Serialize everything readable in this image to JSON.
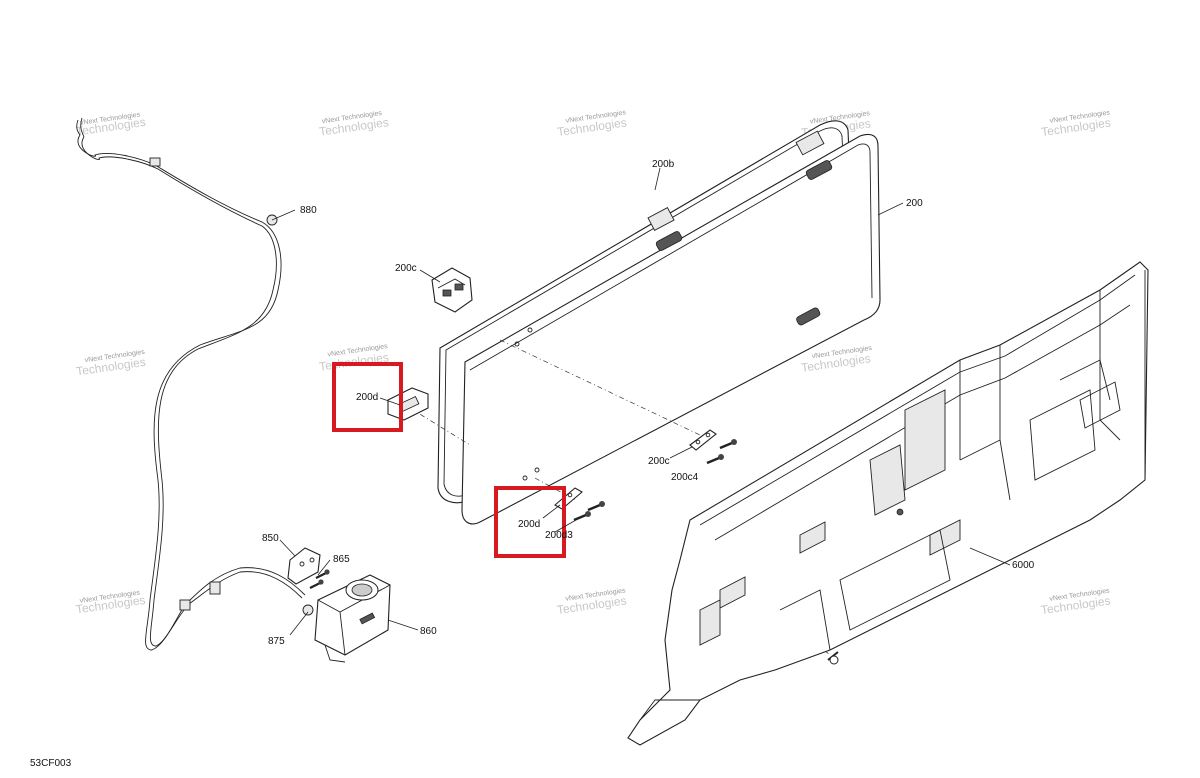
{
  "watermark": {
    "line1": "vNext Technologies",
    "line2": "vNext",
    "line3": "Technologies"
  },
  "drawing_id": "53CF003",
  "callouts": {
    "c880": "880",
    "c200b": "200b",
    "c200": "200",
    "c200c_top": "200c",
    "c200d_left": "200d",
    "c200c_mid": "200c",
    "c200c4": "200c4",
    "c200d_bottom": "200d",
    "c200d3": "200d3",
    "c6000": "6000",
    "c850": "850",
    "c865": "865",
    "c875": "875",
    "c860": "860"
  },
  "highlight_color": "#d71920"
}
